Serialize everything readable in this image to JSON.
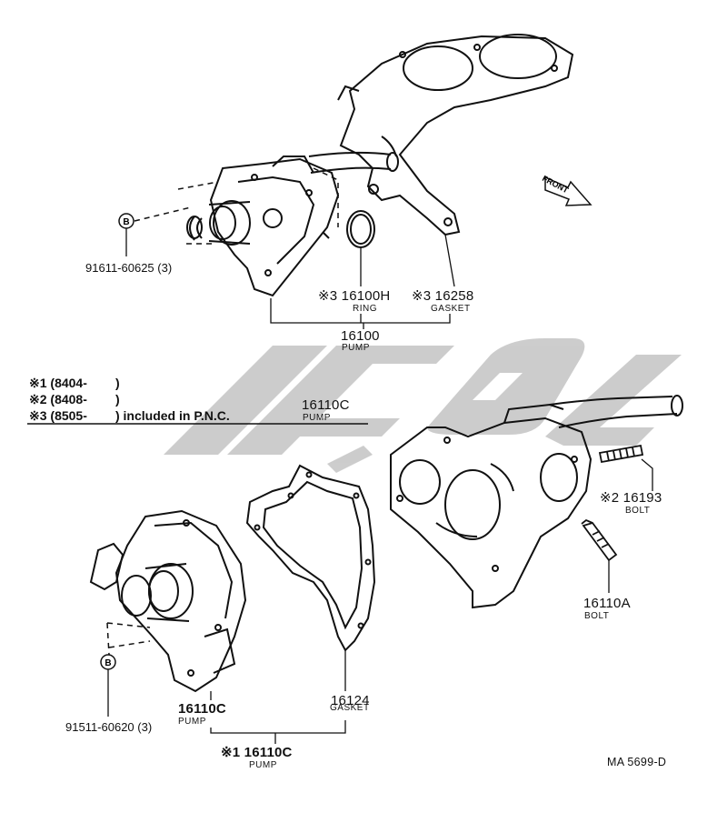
{
  "labels": {
    "bolt_ref_top": "91611-60625 (3)",
    "ring_pn": "※3 16100H",
    "ring_name": "RING",
    "gasket_top_pn": "※3 16258",
    "gasket_top_name": "GASKET",
    "pump_top_pn": "16100",
    "pump_top_name": "PUMP",
    "bolt_right_pn": "※2 16193",
    "bolt_right_name": "BOLT",
    "bolt_lower_pn": "16110A",
    "bolt_lower_name": "BOLT",
    "gasket_bottom_pn": "16124",
    "gasket_bottom_name": "GASKET",
    "pump_bottom_pn": "16110C",
    "pump_bottom_name": "PUMP",
    "bolt_ref_bottom": "91511-60620 (3)",
    "assy_pn": "※1 16110C",
    "assy_name": "PUMP",
    "front_label": "FRONT",
    "marker_b": "B",
    "diagram_code": "MA 5699-D"
  },
  "notes": {
    "row1": "※1 (8404-        )",
    "row2": "※2 (8408-        )",
    "row3": "※3 (8505-        ) included in P.N.C.",
    "pnc_pn": "16110C",
    "pnc_name": "PUMP"
  },
  "colors": {
    "line": "#111111",
    "watermark": "#bdbdbd"
  }
}
